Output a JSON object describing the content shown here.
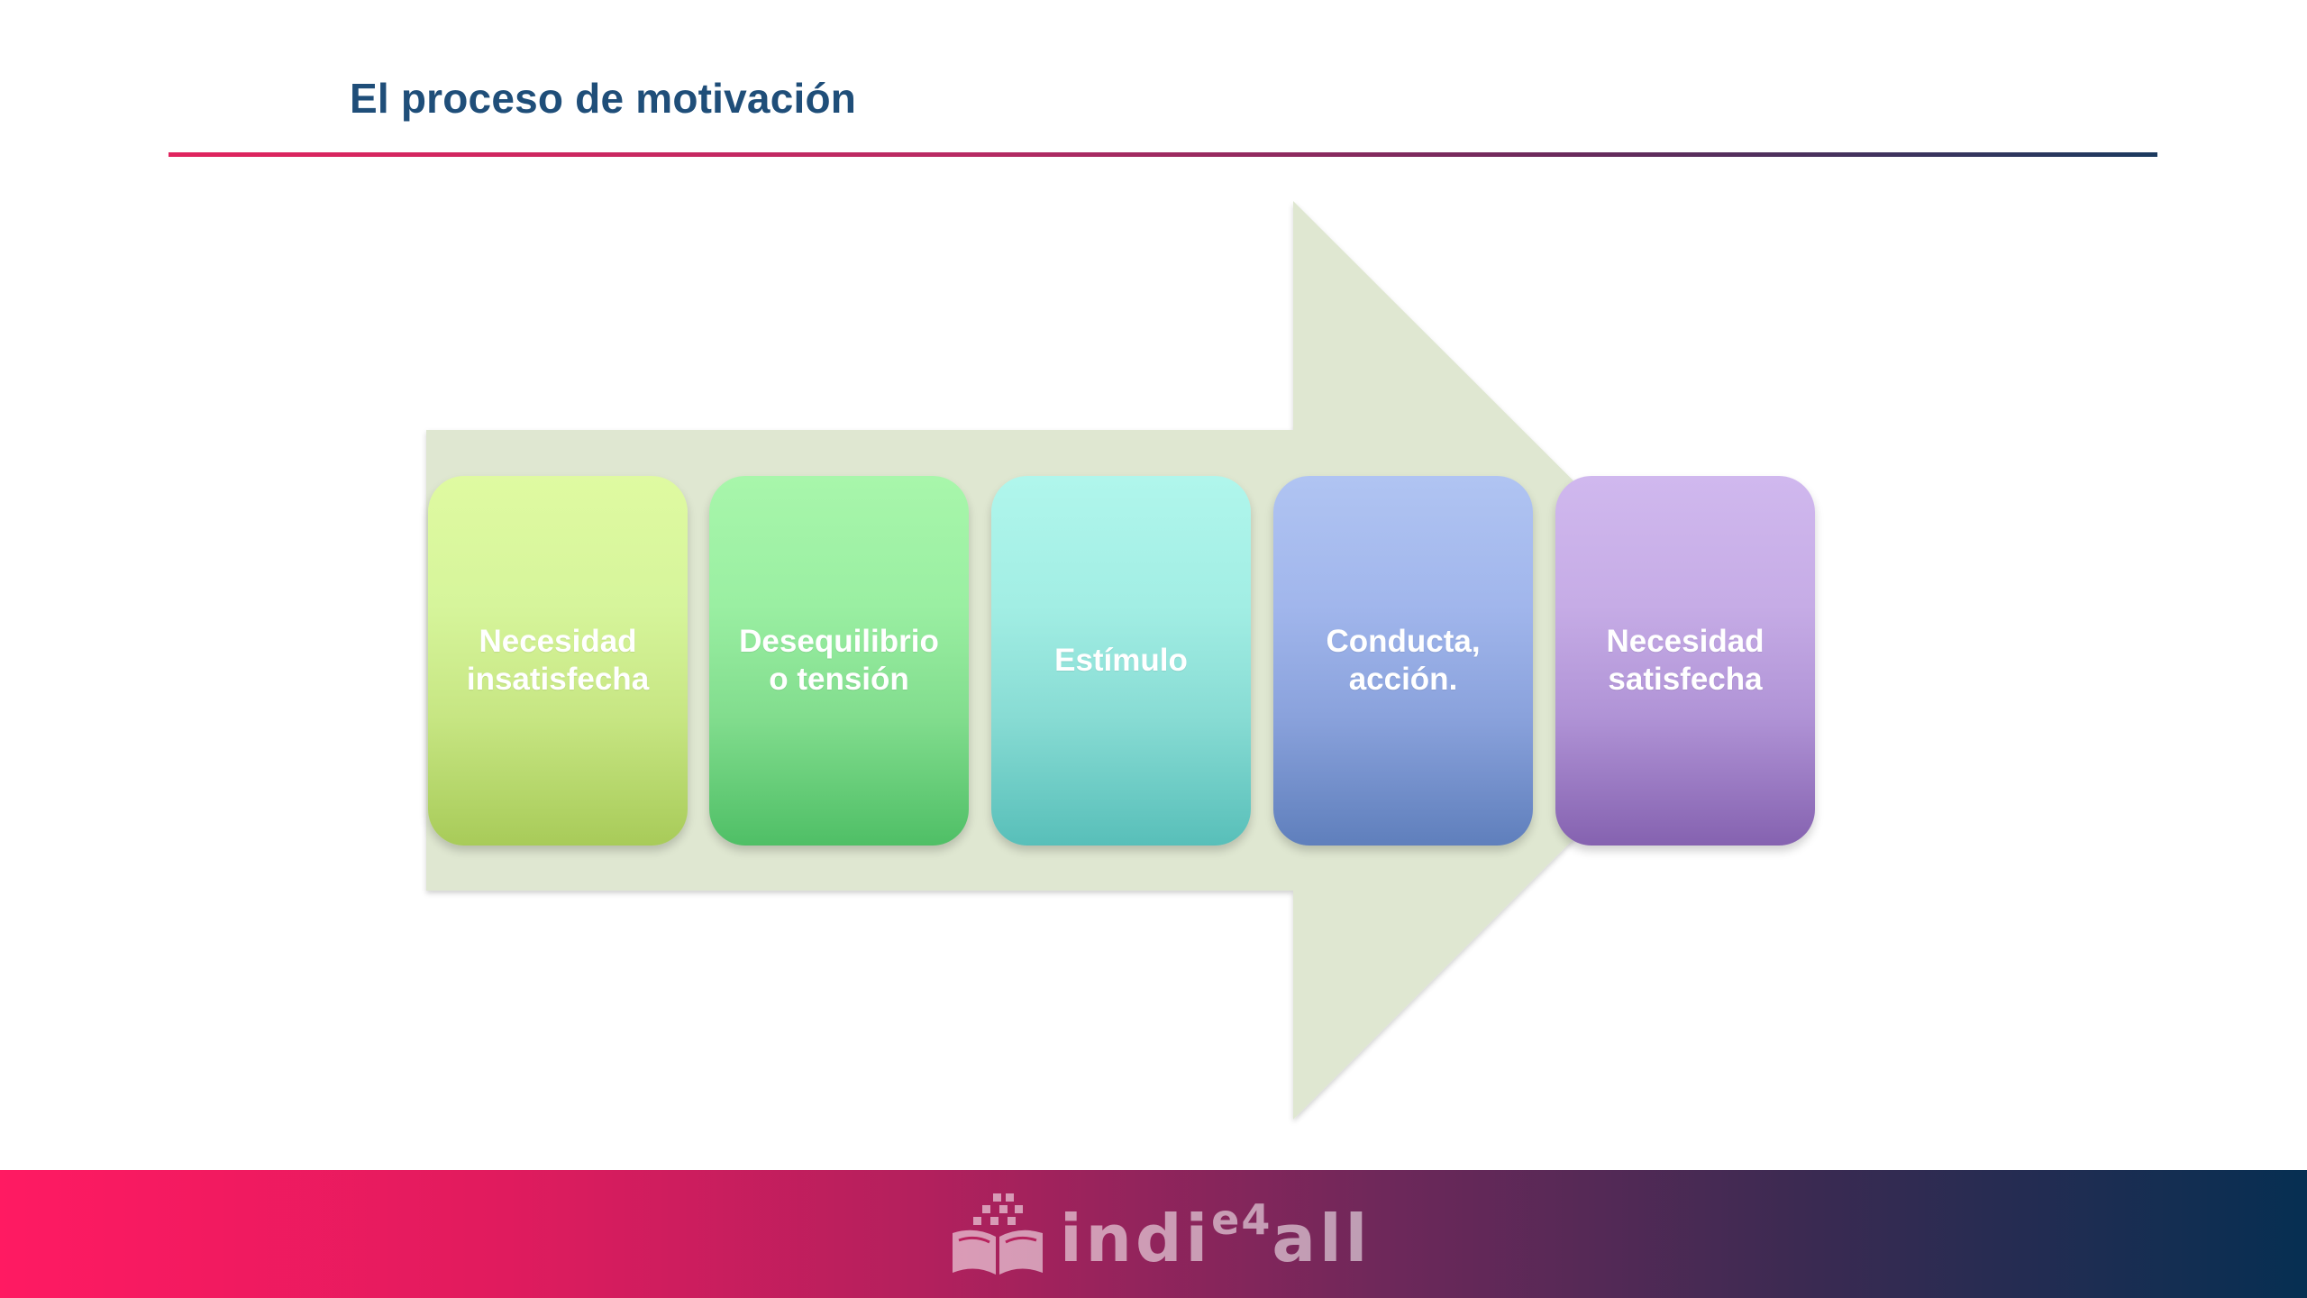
{
  "slide": {
    "title": "El proceso de motivación"
  },
  "diagram": {
    "arrow_color": "#dfe7d1",
    "steps": [
      {
        "label": "Necesidad\ninsatisfecha"
      },
      {
        "label": "Desequilibrio\no tensión"
      },
      {
        "label": "Estímulo"
      },
      {
        "label": "Conducta,\nacción."
      },
      {
        "label": "Necesidad\nsatisfecha"
      }
    ]
  },
  "footer": {
    "logo_text": "indie4all",
    "logo_icon": "book-pixels-icon",
    "colors": [
      "#ff1a62",
      "#062f52"
    ]
  }
}
